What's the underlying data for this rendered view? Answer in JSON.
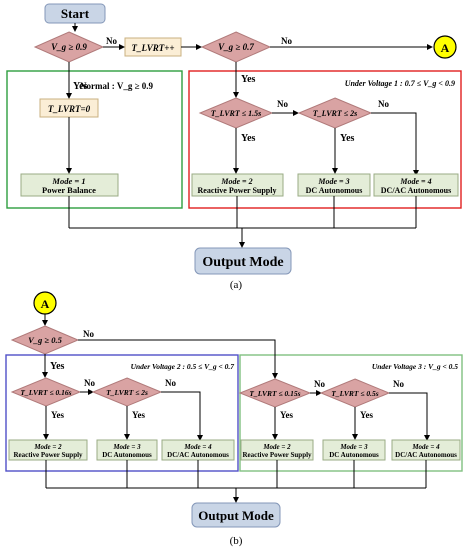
{
  "colors": {
    "diamond_fill": "#d9a3a3",
    "diamond_stroke": "#b07a7a",
    "rect_fill": "#fbeed6",
    "rect_stroke": "#c9b080",
    "mode_fill": "#e4edd8",
    "mode_stroke": "#9aab84",
    "terminal_fill": "#c9d5e6",
    "terminal_stroke": "#8497b8",
    "connector_fill": "#ffff00",
    "normal_region": "#2e9e3e",
    "uv1_region": "#e02020",
    "uv2_region": "#5050c8",
    "uv3_region": "#80c080"
  },
  "part_a": {
    "start": "Start",
    "cond_vg09": "V_g ≥ 0.9",
    "no": "No",
    "yes": "Yes",
    "tlvrt_inc": "T_LVRT++",
    "cond_vg07": "V_g ≥ 0.7",
    "connector": "A",
    "normal_label": "Normal : V_g ≥ 0.9",
    "tlvrt_zero": "T_LVRT=0",
    "uv1_label": "Under Voltage 1 : 0.7 ≤ V_g < 0.9",
    "cond_t15": "T_LVRT ≤ 1.5s",
    "cond_t2": "T_LVRT ≤ 2s",
    "mode1_a": "Mode = 1",
    "mode1_b": "Power Balance",
    "mode2_a": "Mode = 2",
    "mode2_b": "Reactive Power Supply",
    "mode3_a": "Mode = 3",
    "mode3_b": "DC Autonomous",
    "mode4_a": "Mode = 4",
    "mode4_b": "DC/AC Autonomous",
    "output": "Output Mode",
    "caption": "(a)"
  },
  "part_b": {
    "connector": "A",
    "cond_vg05": "V_g ≥ 0.5",
    "no": "No",
    "yes": "Yes",
    "uv2_label": "Under Voltage 2 : 0.5 ≤ V_g < 0.7",
    "uv3_label": "Under Voltage 3 : V_g < 0.5",
    "cond_t016": "T_LVRT ≤ 0.16s",
    "cond_t2": "T_LVRT ≤ 2s",
    "cond_t015": "T_LVRT ≤ 0.15s",
    "cond_t05": "T_LVRT ≤ 0.5s",
    "mode2_a": "Mode = 2",
    "mode2_b": "Reactive Power Supply",
    "mode3_a": "Mode = 3",
    "mode3_b": "DC Autonomous",
    "mode4_a": "Mode = 4",
    "mode4_b": "DC/AC Autonomous",
    "output": "Output Mode",
    "caption": "(b)"
  }
}
